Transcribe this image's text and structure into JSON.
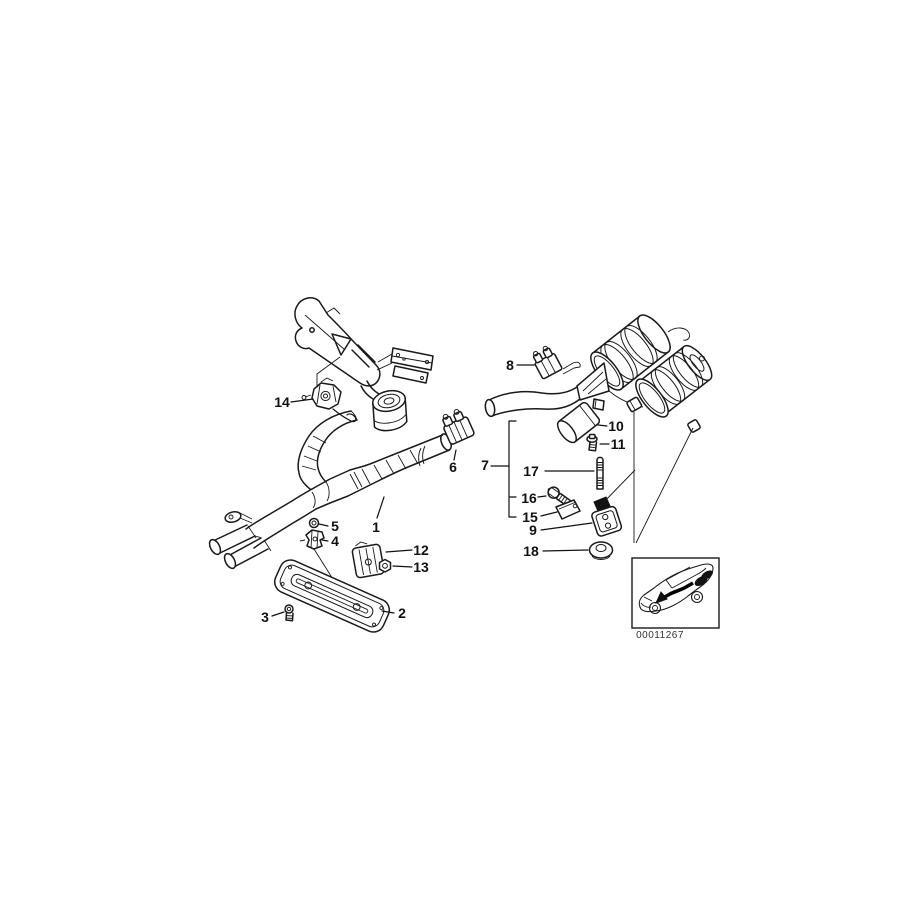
{
  "diagram": {
    "code": "00011267",
    "callouts": [
      "1",
      "2",
      "3",
      "4",
      "5",
      "6",
      "7",
      "8",
      "9",
      "10",
      "11",
      "12",
      "13",
      "14",
      "15",
      "16",
      "17",
      "18"
    ],
    "colors": {
      "line": "#1a1a1a",
      "background": "#ffffff",
      "highlight": "#000000"
    }
  }
}
